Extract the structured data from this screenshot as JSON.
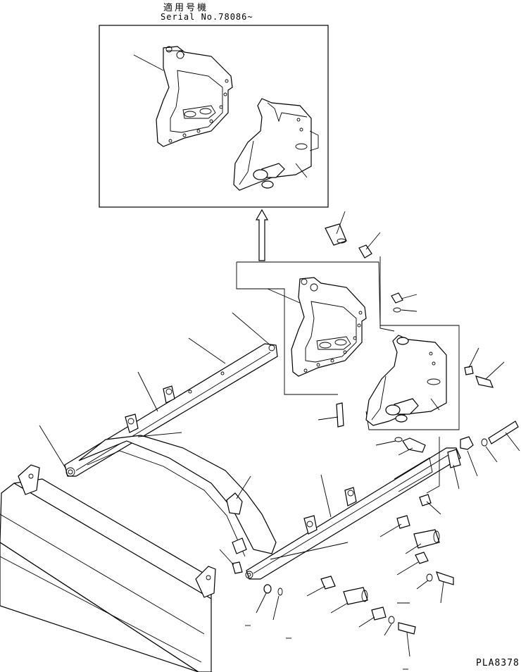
{
  "header": {
    "title_ja": "適用号機",
    "serial": "Serial No.78086~"
  },
  "footer": {
    "drawing_code": "PLA8378"
  },
  "colors": {
    "line": "#000000",
    "background": "#ffffff"
  }
}
